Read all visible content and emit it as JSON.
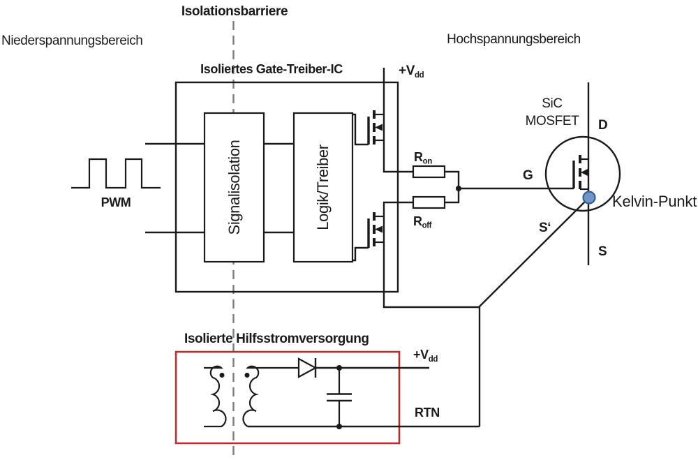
{
  "regions": {
    "barrier_title": "Isolationsbarriere",
    "low_voltage_label": "Niederspannungsbereich",
    "high_voltage_label": "Hochspannungsbereich"
  },
  "gate_driver": {
    "title": "Isoliertes Gate-Treiber-IC",
    "signal_isolation_block": "Signalisolation",
    "logic_driver_block": "Logik/Treiber",
    "pwm_label": "PWM",
    "vdd_label": {
      "main": "+V",
      "sub": "dd"
    },
    "r_on": {
      "main": "R",
      "sub": "on"
    },
    "r_off": {
      "main": "R",
      "sub": "off"
    }
  },
  "sic_mosfet": {
    "name_line1": "SiC",
    "name_line2": "MOSFET",
    "drain_label": "D",
    "gate_label": "G",
    "source_label": "S",
    "kelvin_source_label": "S‘",
    "kelvin_point_label": "Kelvin-Punkt"
  },
  "aux_supply": {
    "title": "Isolierte Hilfsstromversorgung",
    "vdd_label": {
      "main": "+V",
      "sub": "dd"
    },
    "rtn_label": "RTN"
  },
  "colors": {
    "line_black": "#1a1a1a",
    "accent_red": "#c1272d",
    "kelvin_blue_text": "#4d7fbe",
    "kelvin_dot_fill": "#7195c6",
    "kelvin_dot_stroke": "#335d99",
    "barrier_dash_gray": "#7d7d7d"
  }
}
